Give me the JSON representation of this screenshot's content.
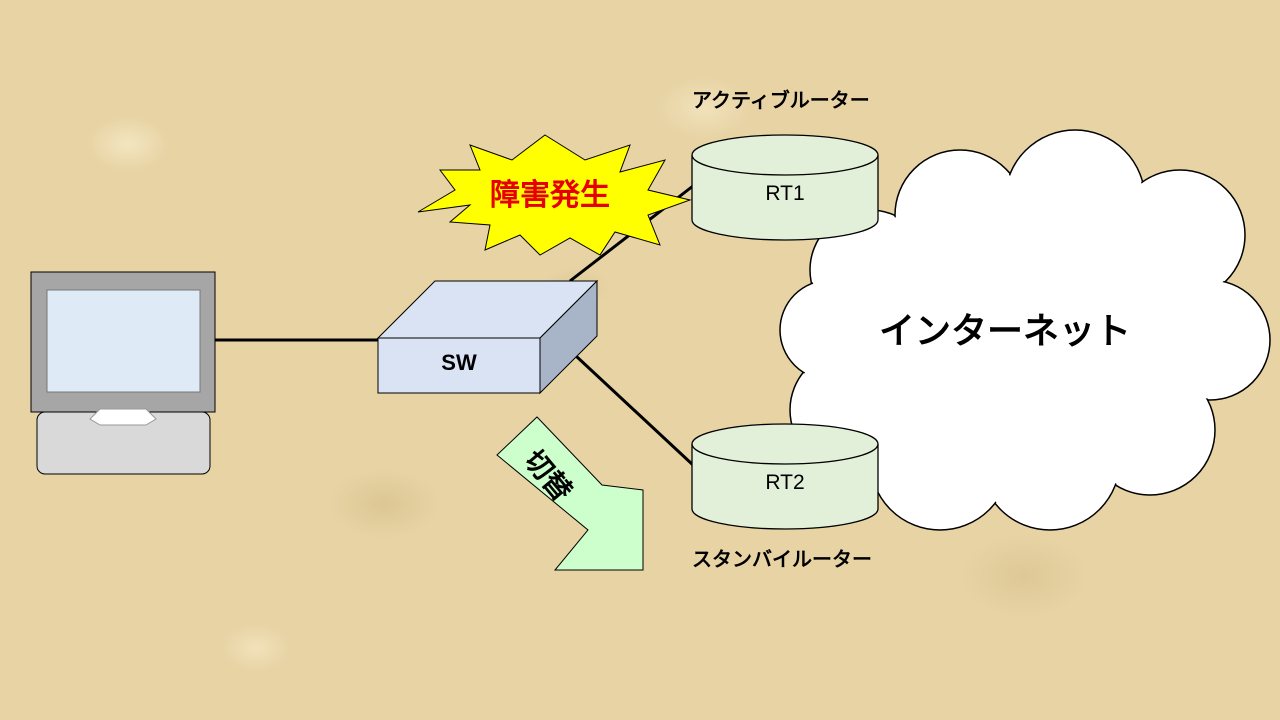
{
  "labels": {
    "active_router": "アクティブルーター",
    "standby_router": "スタンバイルーター",
    "rt1": "RT1",
    "rt2": "RT2",
    "sw": "SW",
    "internet": "インターネット",
    "failure": "障害発生",
    "switchover": "切替"
  },
  "colors": {
    "router_fill": "#e2efd9",
    "switch_fill": "#dae3f3",
    "burst_fill": "#ffff00",
    "failure_text": "#e60000",
    "arrow_fill": "#ccffcc",
    "monitor_screen": "#deebf7",
    "monitor_frame": "#a6a6a6",
    "cloud_fill": "#ffffff"
  },
  "icons": [
    "computer-icon",
    "switch-icon",
    "router-icon",
    "cloud-icon",
    "burst-icon",
    "arrow-icon"
  ]
}
